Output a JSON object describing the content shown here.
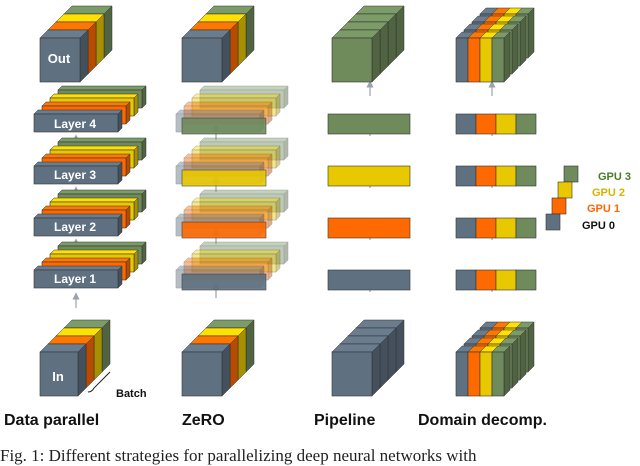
{
  "colors": {
    "gpu0": "#5f7080",
    "gpu1": "#fe6a00",
    "gpu2": "#e8c800",
    "gpu3": "#6f8b5c"
  },
  "labels": {
    "out": "Out",
    "in": "In",
    "layer4": "Layer 4",
    "layer3": "Layer 3",
    "layer2": "Layer 2",
    "layer1": "Layer 1",
    "batch": "Batch"
  },
  "columns": {
    "data_parallel": "Data parallel",
    "zero": "ZeRO",
    "pipeline": "Pipeline",
    "domain": "Domain decomp."
  },
  "legend": {
    "gpu3": "GPU 3",
    "gpu2": "GPU 2",
    "gpu1": "GPU 1",
    "gpu0": "GPU 0"
  },
  "caption": "Fig. 1: Different strategies for parallelizing deep neural networks with"
}
